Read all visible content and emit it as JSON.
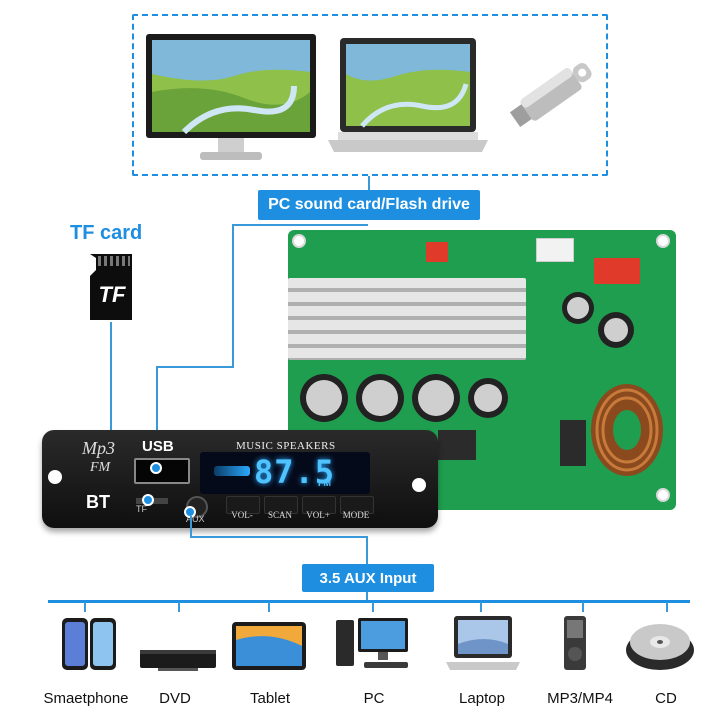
{
  "source_label": "PC sound card/Flash drive",
  "tf_label": "TF card",
  "tf_card_text": "TF",
  "aux_label": "3.5 AUX Input",
  "panel": {
    "brand": "Mp3",
    "brand_sub": "FM",
    "usb": "USB",
    "bt": "BT",
    "tf": "TF",
    "aux": "AUX",
    "title": "MUSIC SPEAKERS",
    "display": "87.5",
    "display_unit": "FM",
    "buttons": [
      "VOL-",
      "SCAN",
      "VOL+",
      "MODE"
    ]
  },
  "devices": [
    "Smaetphone",
    "DVD",
    "Tablet",
    "PC",
    "Laptop",
    "MP3/MP4",
    "CD"
  ],
  "colors": {
    "accent": "#1e8fe0",
    "pcb": "#1f9e4f",
    "panel": "#111111",
    "display": "#4fc3ff"
  }
}
